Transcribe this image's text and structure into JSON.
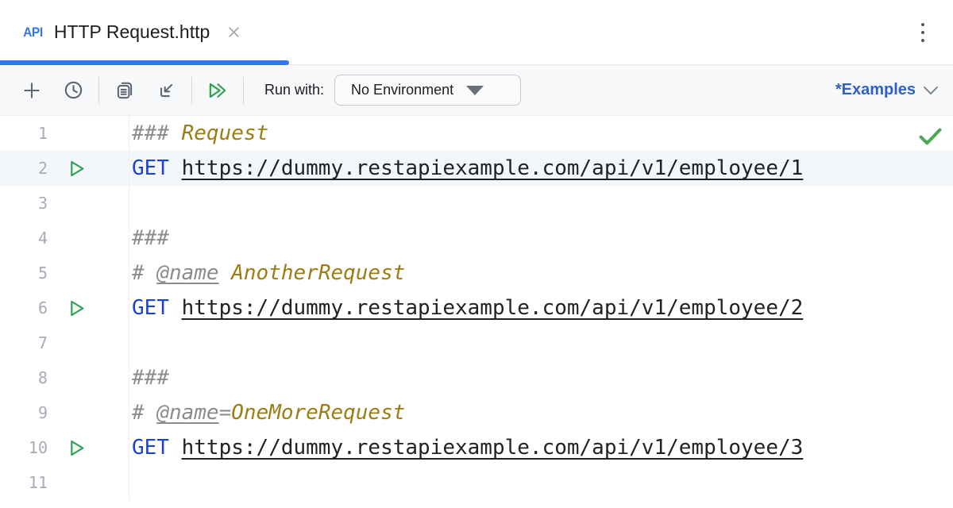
{
  "tab_bar": {
    "file_type_badge": "API",
    "title": "HTTP Request.http",
    "close_icon": "✕",
    "more_icon": "⋮"
  },
  "toolbar": {
    "icons": {
      "add": "+",
      "history": "clock",
      "copy_request": "stacked-document",
      "import": "arrow-into-corner",
      "run_all": "double-play"
    },
    "run_with_label": "Run with:",
    "environment_select": {
      "value": "No Environment",
      "arrow_icon": "▼"
    },
    "run_configuration": {
      "label": "*Examples",
      "chevron_icon": "⌄"
    }
  },
  "editor": {
    "inspection_status_icon": "✓",
    "gutter_run_icon": "▷",
    "lines": [
      {
        "num": "1",
        "runnable": false,
        "highlighted": false,
        "segments": [
          {
            "text": "### ",
            "style": "comment"
          },
          {
            "text": "Request",
            "style": "name"
          }
        ]
      },
      {
        "num": "2",
        "runnable": true,
        "highlighted": true,
        "segments": [
          {
            "text": "GET ",
            "style": "method"
          },
          {
            "text": "https://dummy.restapiexample.com/api/v1/employee/1",
            "style": "url"
          }
        ]
      },
      {
        "num": "3",
        "runnable": false,
        "highlighted": false,
        "segments": []
      },
      {
        "num": "4",
        "runnable": false,
        "highlighted": false,
        "segments": [
          {
            "text": "###",
            "style": "comment"
          }
        ]
      },
      {
        "num": "5",
        "runnable": false,
        "highlighted": false,
        "segments": [
          {
            "text": "# ",
            "style": "comment"
          },
          {
            "text": "@name",
            "style": "comment-underline"
          },
          {
            "text": " ",
            "style": "comment"
          },
          {
            "text": "AnotherRequest",
            "style": "name"
          }
        ]
      },
      {
        "num": "6",
        "runnable": true,
        "highlighted": false,
        "segments": [
          {
            "text": "GET ",
            "style": "method"
          },
          {
            "text": "https://dummy.restapiexample.com/api/v1/employee/2",
            "style": "url"
          }
        ]
      },
      {
        "num": "7",
        "runnable": false,
        "highlighted": false,
        "segments": []
      },
      {
        "num": "8",
        "runnable": false,
        "highlighted": false,
        "segments": [
          {
            "text": "###",
            "style": "comment"
          }
        ]
      },
      {
        "num": "9",
        "runnable": false,
        "highlighted": false,
        "segments": [
          {
            "text": "# ",
            "style": "comment"
          },
          {
            "text": "@name",
            "style": "comment-underline"
          },
          {
            "text": "=",
            "style": "comment"
          },
          {
            "text": "OneMoreRequest",
            "style": "name"
          }
        ]
      },
      {
        "num": "10",
        "runnable": true,
        "highlighted": false,
        "segments": [
          {
            "text": "GET ",
            "style": "method"
          },
          {
            "text": "https://dummy.restapiexample.com/api/v1/employee/3",
            "style": "url"
          }
        ]
      },
      {
        "num": "11",
        "runnable": false,
        "highlighted": false,
        "segments": []
      }
    ]
  },
  "colors": {
    "accent_blue": "#3574F0",
    "method_keyword": "#1B43CD",
    "request_name": "#9C7D11",
    "comment": "#8C8C8C",
    "run_green": "#2E9E4F",
    "check_green": "#4DA854",
    "run_config_text": "#3060C7",
    "current_line_highlight": "#F3F6FB",
    "toolbar_bg": "#F7F8FA"
  }
}
